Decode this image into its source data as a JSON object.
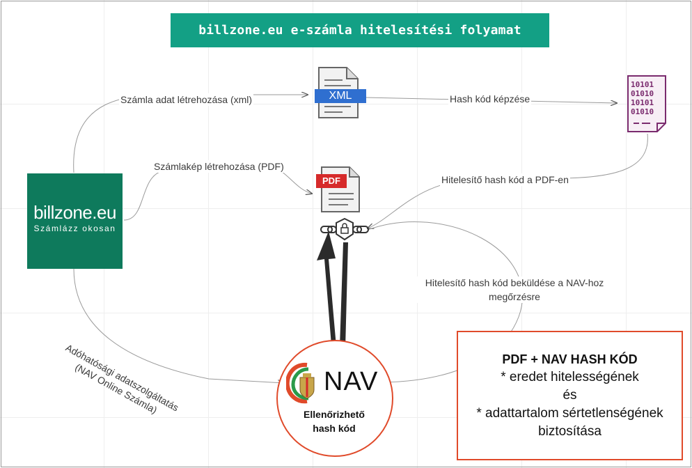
{
  "title": "billzone.eu e-számla hitelesítési folyamat",
  "logo": {
    "name": "billzone.eu",
    "tagline": "Számlázz okosan"
  },
  "icons": {
    "xml": {
      "name": "xml-file-icon",
      "label": "XML",
      "color": "#2f6fd0"
    },
    "pdf": {
      "name": "pdf-file-icon",
      "label": "PDF",
      "color": "#d62a2a"
    },
    "binary": {
      "name": "binary-document-icon",
      "rows": [
        "10101",
        "01010",
        "10101",
        "01010"
      ],
      "color": "#7a2b6e"
    },
    "lock": {
      "name": "chain-lock-icon"
    },
    "nav_emblem": {
      "name": "hungarian-coat-of-arms-icon"
    }
  },
  "edges": {
    "xml_create": "Számla adat létrehozása (xml)",
    "hash_create": "Hash kód képzése",
    "pdf_create": "Számlakép létrehozása (PDF)",
    "hash_on_pdf": "Hitelesítő hash kód a PDF-en",
    "send_nav_line1": "Hitelesítő hash kód beküldése a NAV-hoz",
    "send_nav_line2": "megőrzésre",
    "tax_line1": "Adóhatósági adatszolgáltatás",
    "tax_line2": "(NAV Online Számla)"
  },
  "nav": {
    "label": "NAV",
    "sub_line1": "Ellenőrizhető",
    "sub_line2": "hash kód"
  },
  "infobox": {
    "heading": "PDF + NAV HASH KÓD",
    "line1": "* eredet hitelességének",
    "line2": "és",
    "line3": "* adattartalom sértetlenségének",
    "line4": "biztosítása"
  },
  "colors": {
    "title_bg": "#13a085",
    "logo_bg": "#0e7a5c",
    "accent_red": "#e04a2a",
    "arrow_dark": "#2a2a2a"
  }
}
